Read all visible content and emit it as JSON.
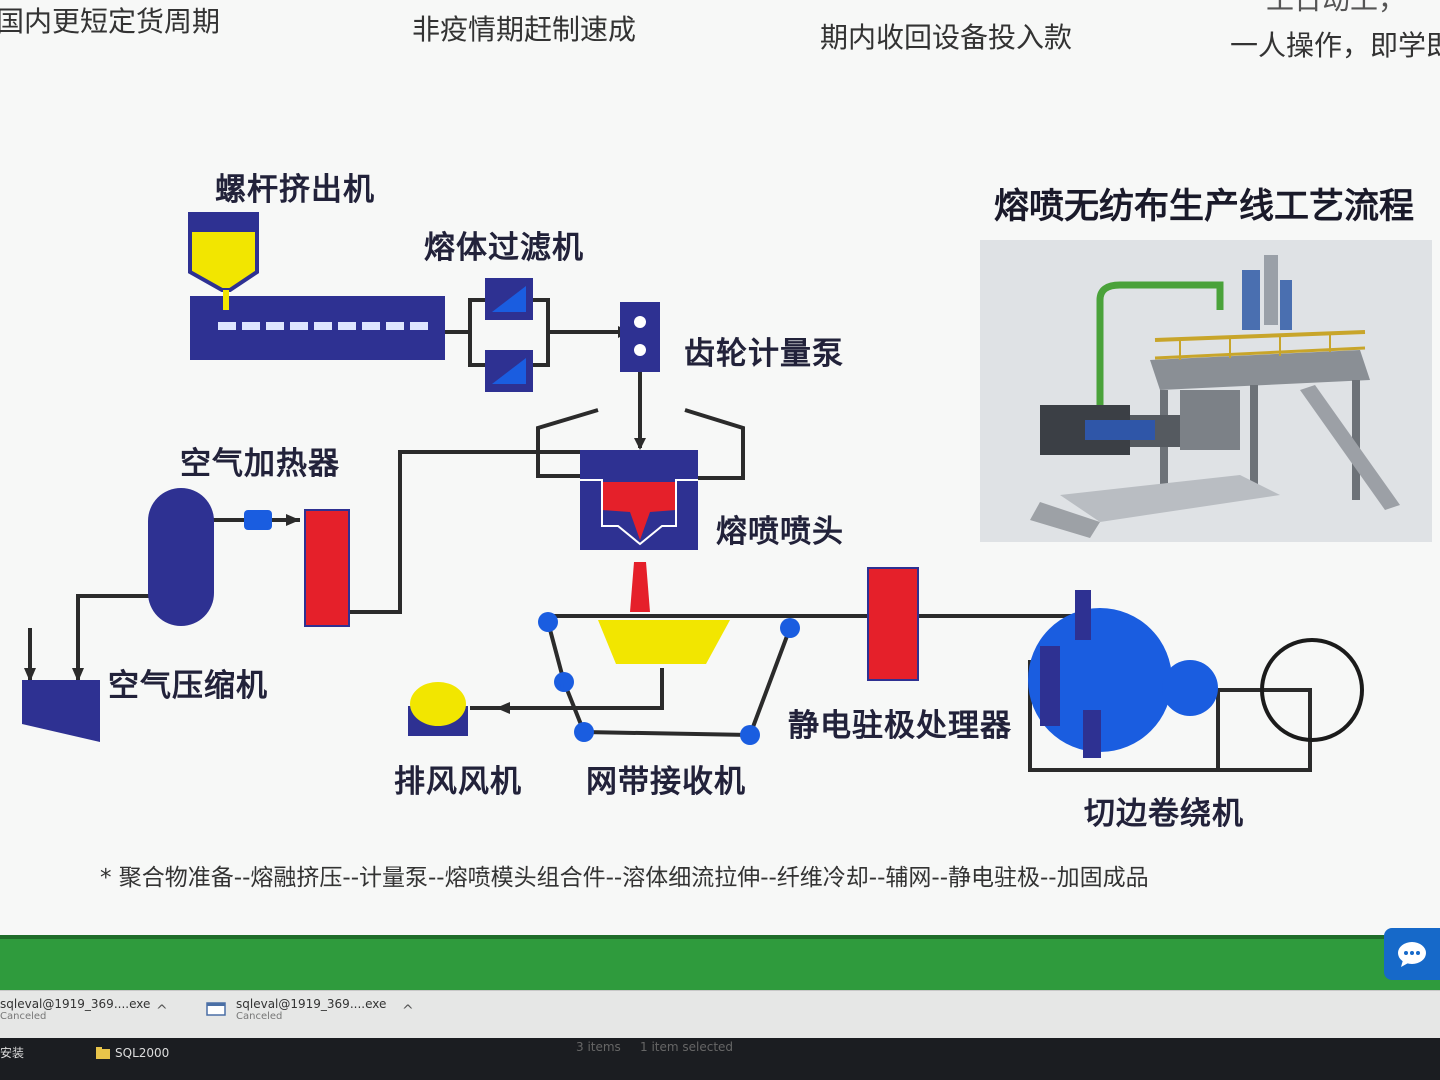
{
  "top_captions": {
    "c1": "国内更短定货周期",
    "c2": "非疫情期赶制速成",
    "c3": "期内收回设备投入款",
    "c4": "一人操作，即学即",
    "c5": "工日动工，"
  },
  "diagram": {
    "title": "熔喷无纺布生产线工艺流程",
    "labels": {
      "extruder": "螺杆挤出机",
      "filter": "熔体过滤机",
      "pump": "齿轮计量泵",
      "heater": "空气加热器",
      "die": "熔喷喷头",
      "compressor": "空气压缩机",
      "electret": "静电驻极处理器",
      "exhaust": "排风风机",
      "conveyor": "网带接收机",
      "winder": "切边卷绕机"
    },
    "process_steps": "* 聚合物准备--熔融挤压--计量泵--熔喷模头组合件--溶体细流拉伸--纤维冷却--辅网--静电驻极--加固成品"
  },
  "downloads": [
    {
      "name": "sqleval@1919_369....exe",
      "status": "Canceled"
    },
    {
      "name": "sqleval@1919_369....exe",
      "status": "Canceled"
    }
  ],
  "taskbar": {
    "left_text": "安装",
    "app_label": "SQL2000",
    "status_items": "3 items",
    "status_selected": "1 item selected"
  },
  "colors": {
    "navy": "#2e3192",
    "blue": "#1a5de0",
    "red": "#e5202a",
    "yellow": "#f2e600",
    "green_bar": "#2f9b3d"
  }
}
